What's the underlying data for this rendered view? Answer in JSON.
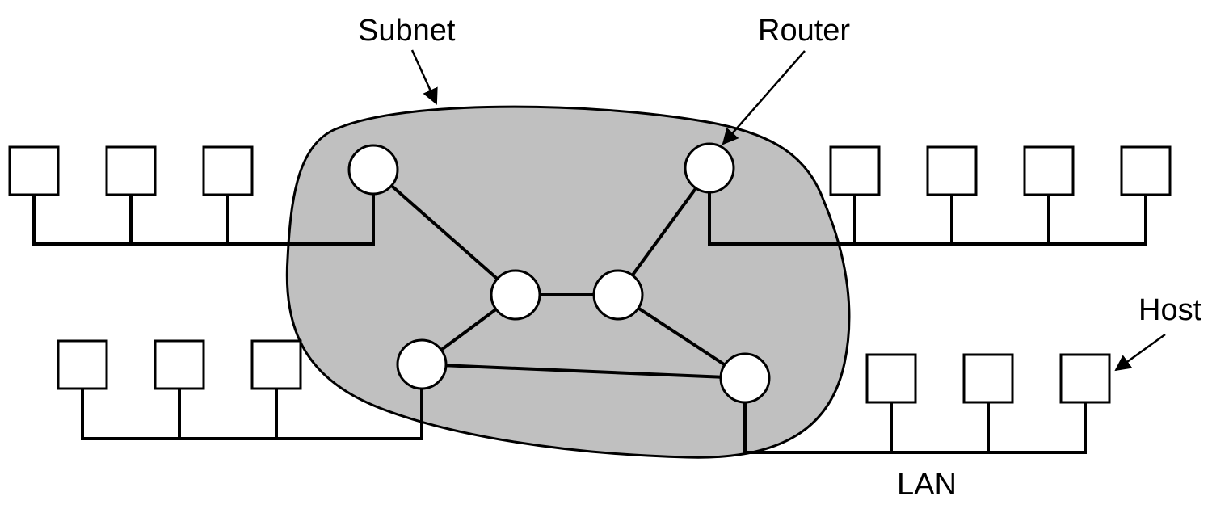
{
  "labels": {
    "subnet": "Subnet",
    "router": "Router",
    "host": "Host",
    "lan": "LAN"
  },
  "colors": {
    "subnet_fill": "#c0c0c0",
    "stroke": "#000000",
    "node_fill": "#ffffff"
  },
  "diagram": {
    "subnet_routers": 6,
    "lans": [
      {
        "id": "top-left",
        "hosts": 3
      },
      {
        "id": "top-right",
        "hosts": 4
      },
      {
        "id": "bottom-left",
        "hosts": 3
      },
      {
        "id": "bottom-right",
        "hosts": 3
      }
    ]
  }
}
